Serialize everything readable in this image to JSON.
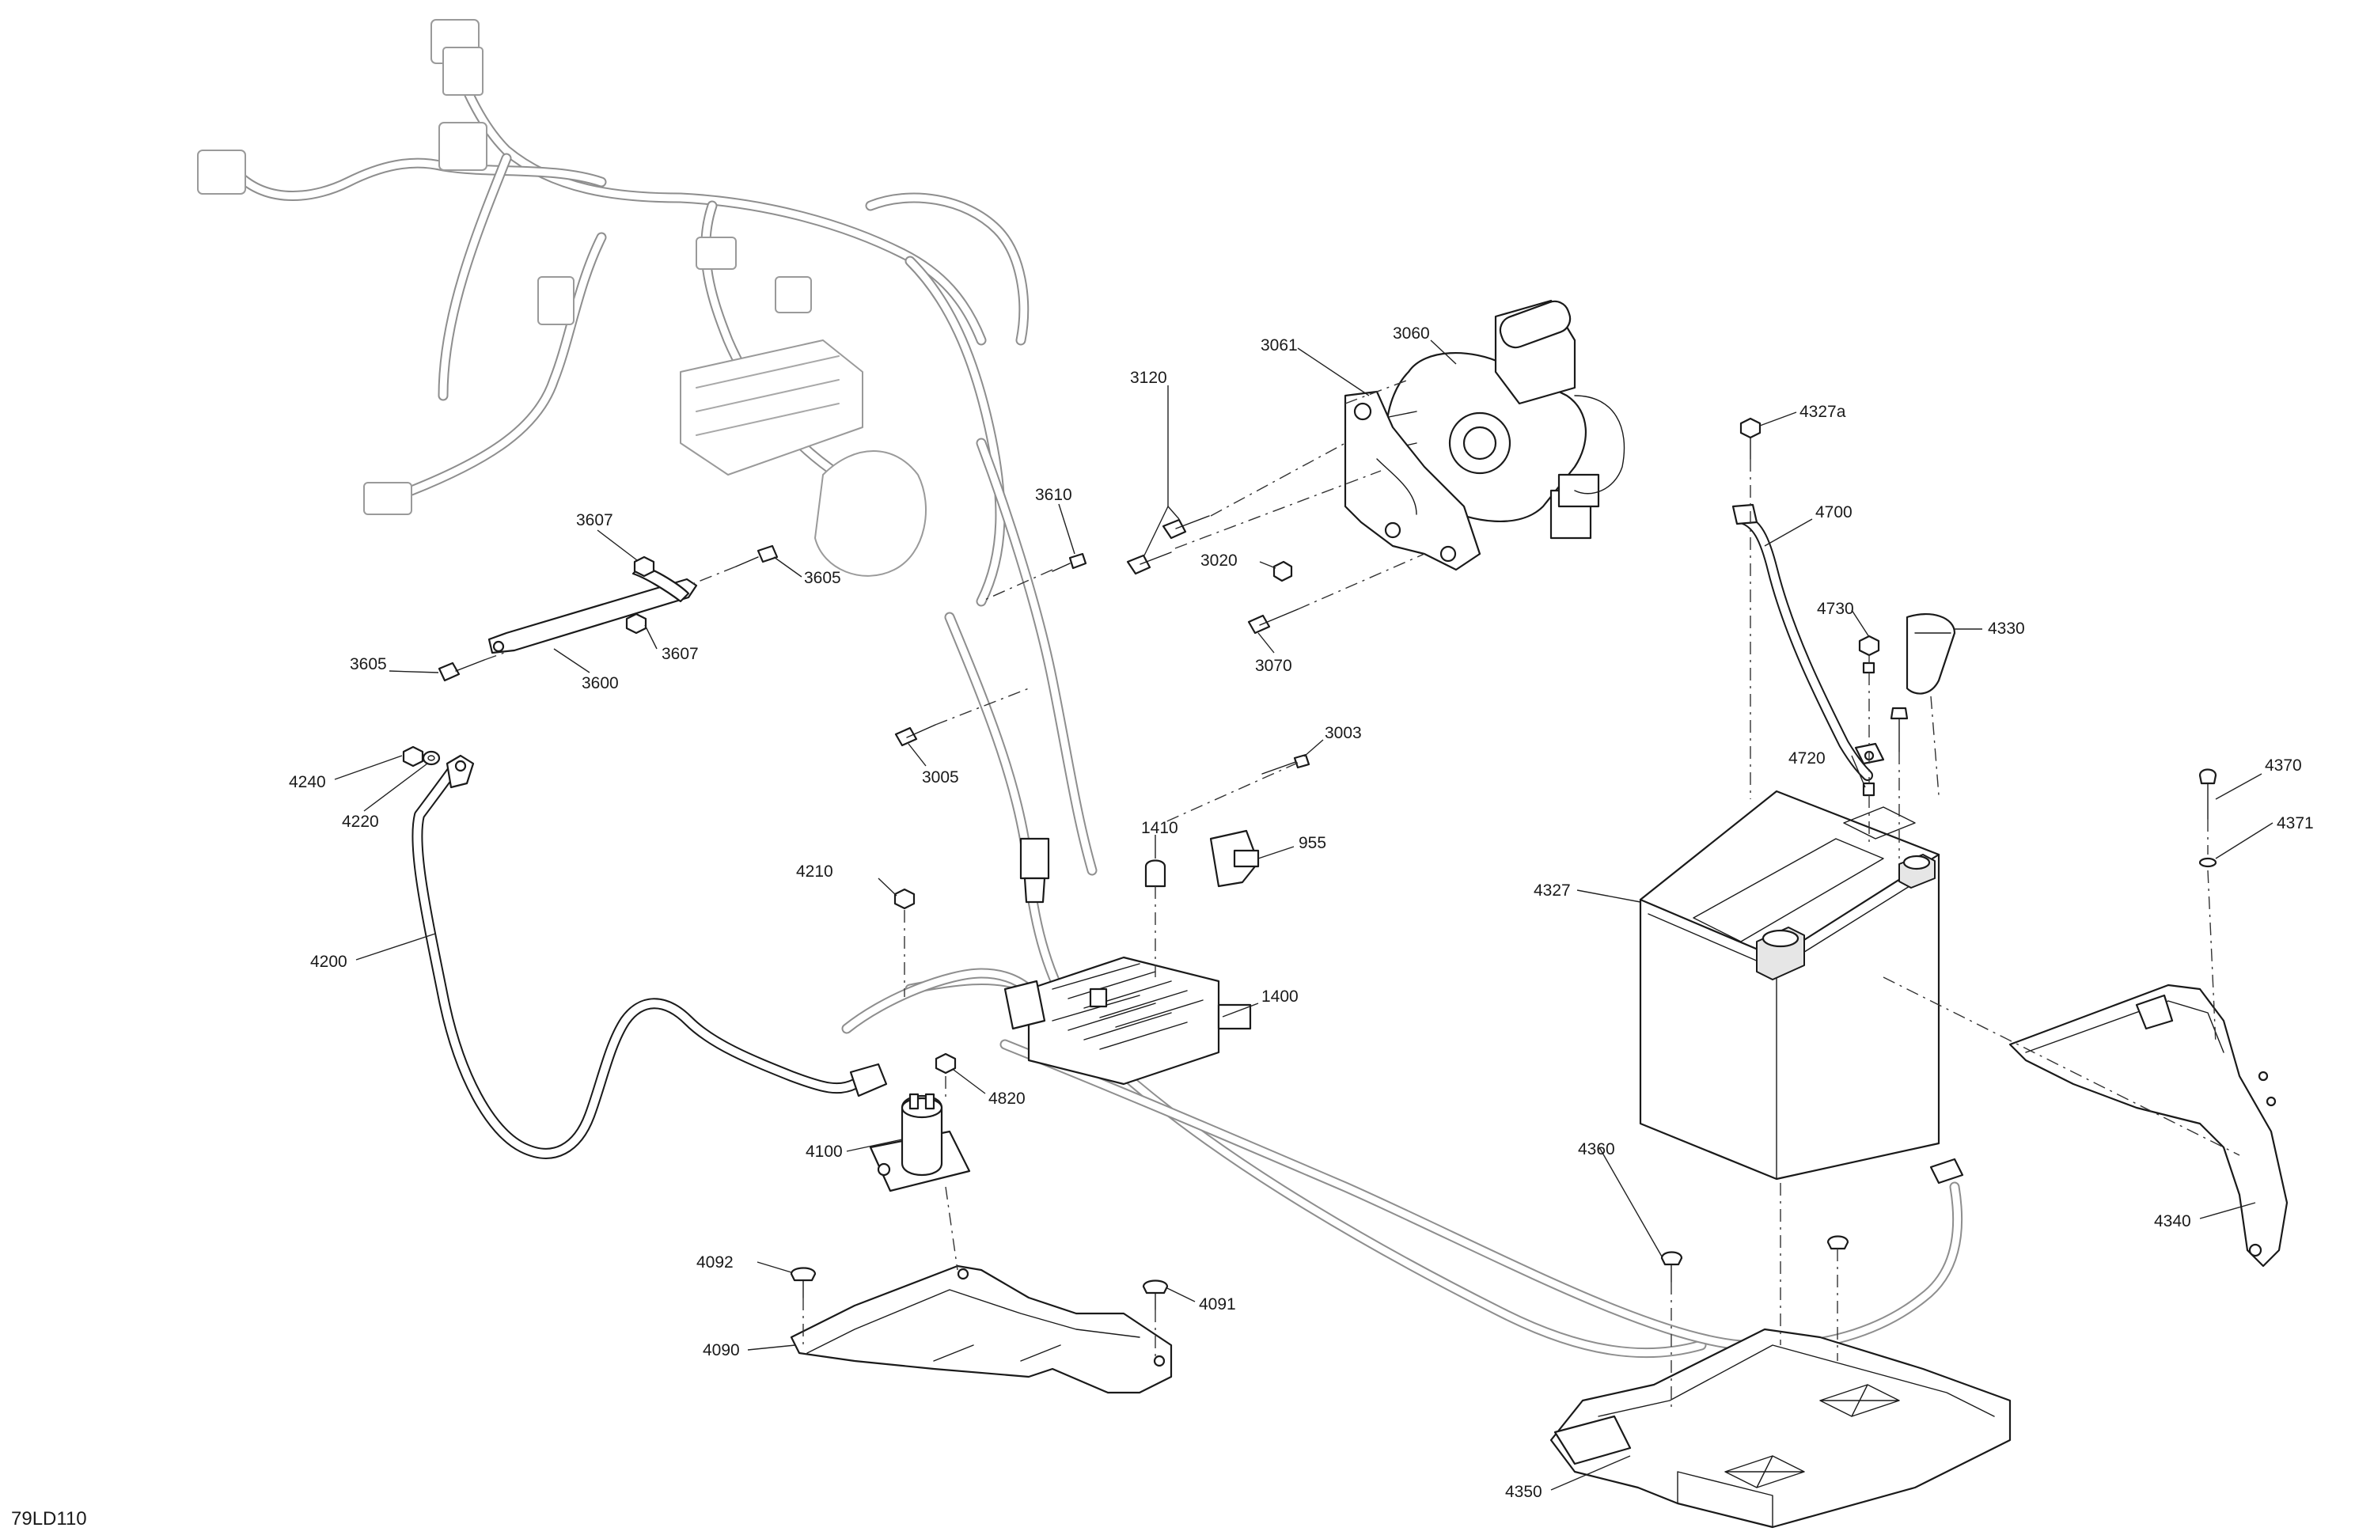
{
  "figure_id": "79LD110",
  "callouts": {
    "c3061": "3061",
    "c3060": "3060",
    "c3120": "3120",
    "c3610": "3610",
    "c3020": "3020",
    "c3070": "3070",
    "c3607a": "3607",
    "c3605a": "3605",
    "c3605b": "3605",
    "c3607b": "3607",
    "c3600": "3600",
    "c3005": "3005",
    "c3003": "3003",
    "c4240": "4240",
    "c4220": "4220",
    "c4200": "4200",
    "c4210": "4210",
    "c1410": "1410",
    "c955": "955",
    "c1400": "1400",
    "c4820": "4820",
    "c4100": "4100",
    "c4092": "4092",
    "c4091": "4091",
    "c4090": "4090",
    "c4327a": "4327a",
    "c4700": "4700",
    "c4730": "4730",
    "c4330": "4330",
    "c4720": "4720",
    "c4327": "4327",
    "c4370": "4370",
    "c4371": "4371",
    "c4360": "4360",
    "c4340": "4340",
    "c4350": "4350"
  }
}
